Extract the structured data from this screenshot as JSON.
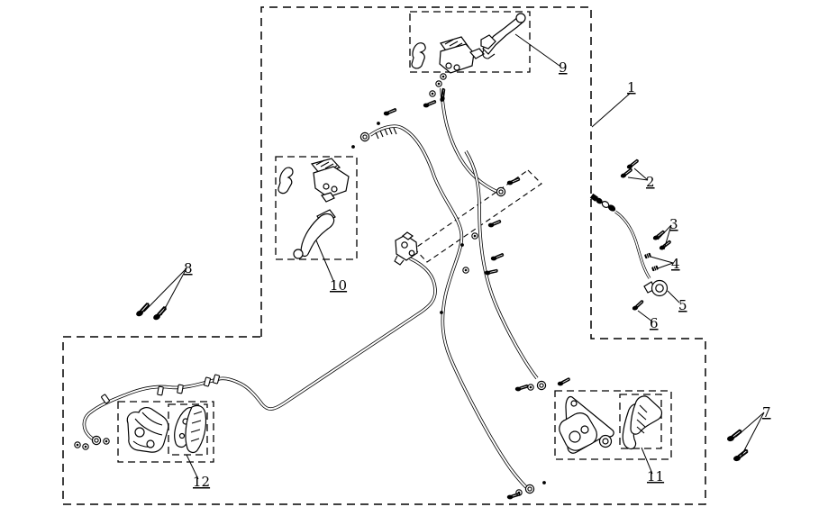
{
  "figure": {
    "background_color": "#ffffff",
    "line_color": "#000000"
  },
  "callouts": [
    {
      "label": "1"
    },
    {
      "label": "2"
    },
    {
      "label": "3"
    },
    {
      "label": "4"
    },
    {
      "label": "5"
    },
    {
      "label": "6"
    },
    {
      "label": "7"
    },
    {
      "label": "8"
    },
    {
      "label": "9"
    },
    {
      "label": "10"
    },
    {
      "label": "11"
    },
    {
      "label": "12"
    }
  ]
}
